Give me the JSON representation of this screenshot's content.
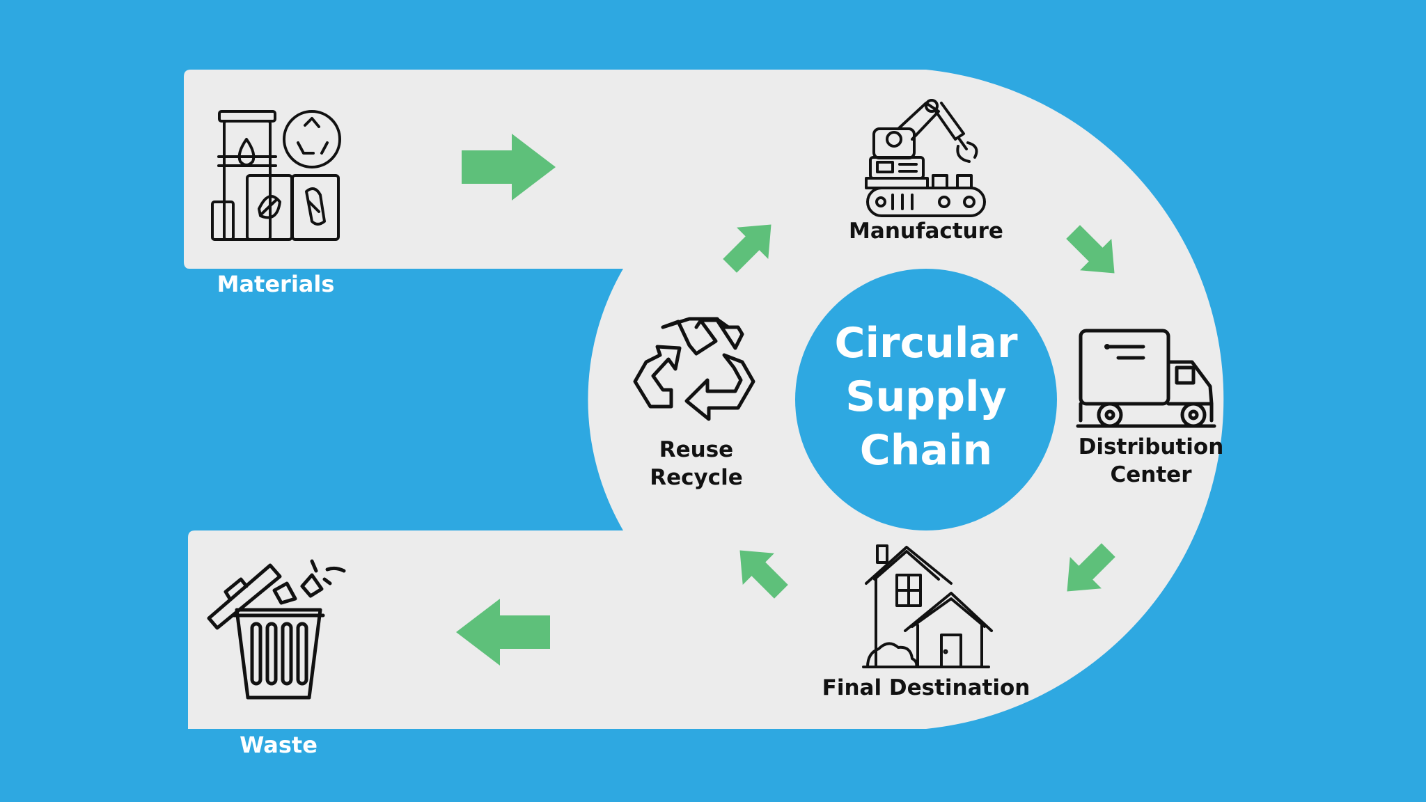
{
  "center": {
    "line1": "Circular",
    "line2": "Supply",
    "line3": "Chain"
  },
  "nodes": {
    "materials": {
      "label": "Materials"
    },
    "manufacture": {
      "label": "Manufacture"
    },
    "distribution": {
      "line1": "Distribution",
      "line2": "Center"
    },
    "final_destination": {
      "label": "Final Destination"
    },
    "reuse_recycle": {
      "line1": "Reuse",
      "line2": "Recycle"
    },
    "waste": {
      "label": "Waste"
    }
  },
  "colors": {
    "background": "#2ea8e1",
    "panel": "#ececec",
    "arrow": "#5ec07a",
    "icon_stroke": "#111111",
    "center_circle": "#2ea8e1",
    "light_label": "#ffffff"
  }
}
